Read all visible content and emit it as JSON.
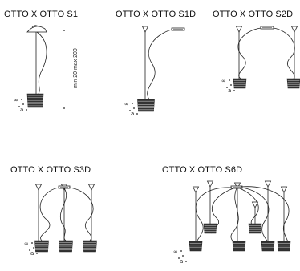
{
  "diagrams": [
    {
      "id": "s1",
      "title": "OTTO X OTTO S1"
    },
    {
      "id": "s1d",
      "title": "OTTO X OTTO S1D"
    },
    {
      "id": "s2d",
      "title": "OTTO X OTTO S2D"
    },
    {
      "id": "s3d",
      "title": "OTTO X OTTO S3D"
    },
    {
      "id": "s6d",
      "title": "OTTO X OTTO S6D"
    }
  ],
  "dimension_note": "min 20  max 200",
  "symbols": {
    "infinity": "∞",
    "letter": "a"
  },
  "colors": {
    "line": "#222222",
    "shade": "#333333",
    "background": "#ffffff"
  }
}
